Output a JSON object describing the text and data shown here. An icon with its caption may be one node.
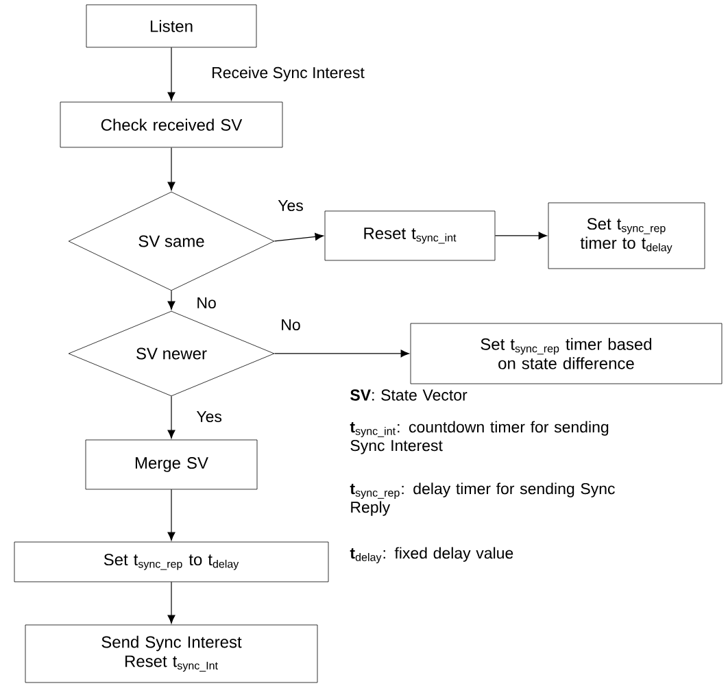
{
  "diagram": {
    "nodes": [
      {
        "text": [
          "Listen"
        ]
      },
      {
        "text": [
          "Check received SV"
        ]
      },
      {
        "text": [
          "SV same"
        ]
      },
      {
        "text": [
          "Reset t$_{sync_int}$"
        ]
      },
      {
        "text": [
          "Set t$_{sync_rep}$ timer to t$_{delay}$"
        ]
      },
      {
        "text": [
          "SV newer"
        ]
      },
      {
        "text": [
          "Set t$_{sync_rep}$ timer based on state difference"
        ]
      },
      {
        "text": [
          "Merge SV"
        ]
      },
      {
        "text": [
          "Set t$_{sync_rep}$ to t$_{delay}$"
        ]
      },
      {
        "text": [
          "Send Sync Interest",
          "Reset t$_{sync_Int}$"
        ]
      }
    ],
    "edges": [
      {
        "from": 0,
        "to": 1,
        "arrow": "to",
        "label": "Receive Sync Interest"
      },
      {
        "from": 1,
        "to": 2,
        "arrow": "to"
      },
      {
        "from": 2,
        "to": 3,
        "arrow": "to",
        "label": "Yes"
      },
      {
        "from": 3,
        "to": 4,
        "arrow": "to"
      },
      {
        "from": 2,
        "to": 5,
        "arrow": "to",
        "label": "No"
      },
      {
        "from": 5,
        "to": 6,
        "arrow": "to",
        "label": "No"
      },
      {
        "from": 5,
        "to": 7,
        "arrow": "to",
        "label": "Yes"
      },
      {
        "from": 7,
        "to": 8,
        "arrow": "to"
      },
      {
        "from": 8,
        "to": 9,
        "arrow": "to"
      }
    ],
    "labels": [
      "**SV**: State Vector",
      "**t**$_{sync_int}$: countdown timer for sending Sync Interest",
      "**t**$_{sync_rep}$: delay timer for sending Sync Reply",
      "**t**$_{delay}$: fixed delay value"
    ]
  }
}
